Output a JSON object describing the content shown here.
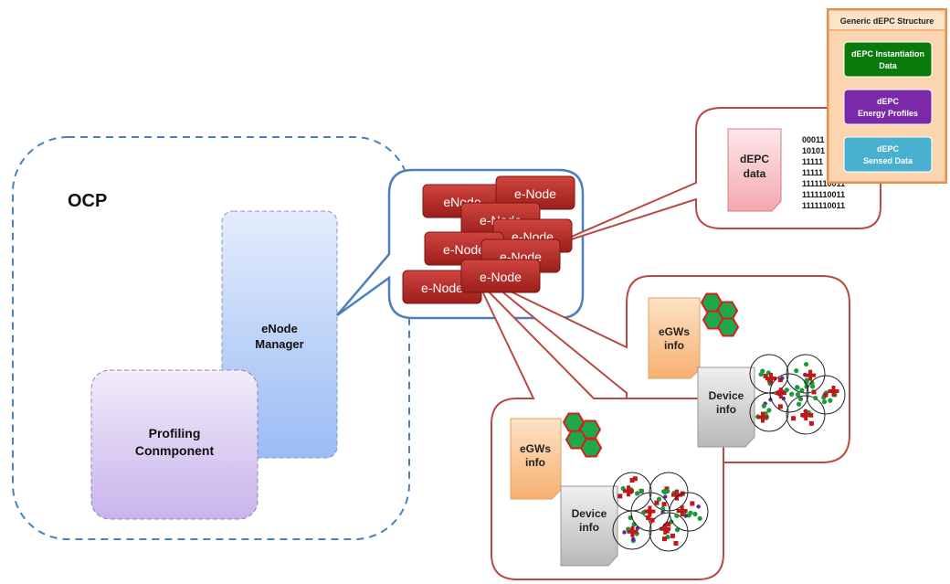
{
  "ocp": {
    "title": "OCP"
  },
  "enode_manager": {
    "line1": "eNode",
    "line2": "Manager"
  },
  "profiling": {
    "line1": "Profiling",
    "line2": "Conmponent"
  },
  "enodes": [
    "eNode",
    "e-Node",
    "e-Node",
    "e-Node",
    "e-Node",
    "e-Node",
    "e-Node",
    "e-Node"
  ],
  "depc_callout": {
    "doc_line1": "dEPC",
    "doc_line2": "data",
    "binary": [
      "00011",
      "10101",
      "11111",
      "11111",
      "1111110011",
      "1111110011",
      "1111110011"
    ]
  },
  "legend": {
    "title": "Generic dEPC Structure",
    "items": [
      {
        "line1": "dEPC Instantiation",
        "line2": "Data",
        "color": "#0a7a0a"
      },
      {
        "line1": "dEPC",
        "line2": "Energy Profiles",
        "color": "#7a2aa8"
      },
      {
        "line1": "dEPC",
        "line2": "Sensed Data",
        "color": "#4ab0d0"
      }
    ]
  },
  "gw_callout_upper": {
    "egw_line1": "eGWs",
    "egw_line2": "info",
    "dev_line1": "Device",
    "dev_line2": "info"
  },
  "gw_callout_lower": {
    "egw_line1": "eGWs",
    "egw_line2": "info",
    "dev_line1": "Device",
    "dev_line2": "info"
  },
  "colors": {
    "ocp_border": "#4a7fc0",
    "callout_border": "#b84a44",
    "enode_fill": "#b02a26",
    "legend_border": "#f0a050"
  }
}
